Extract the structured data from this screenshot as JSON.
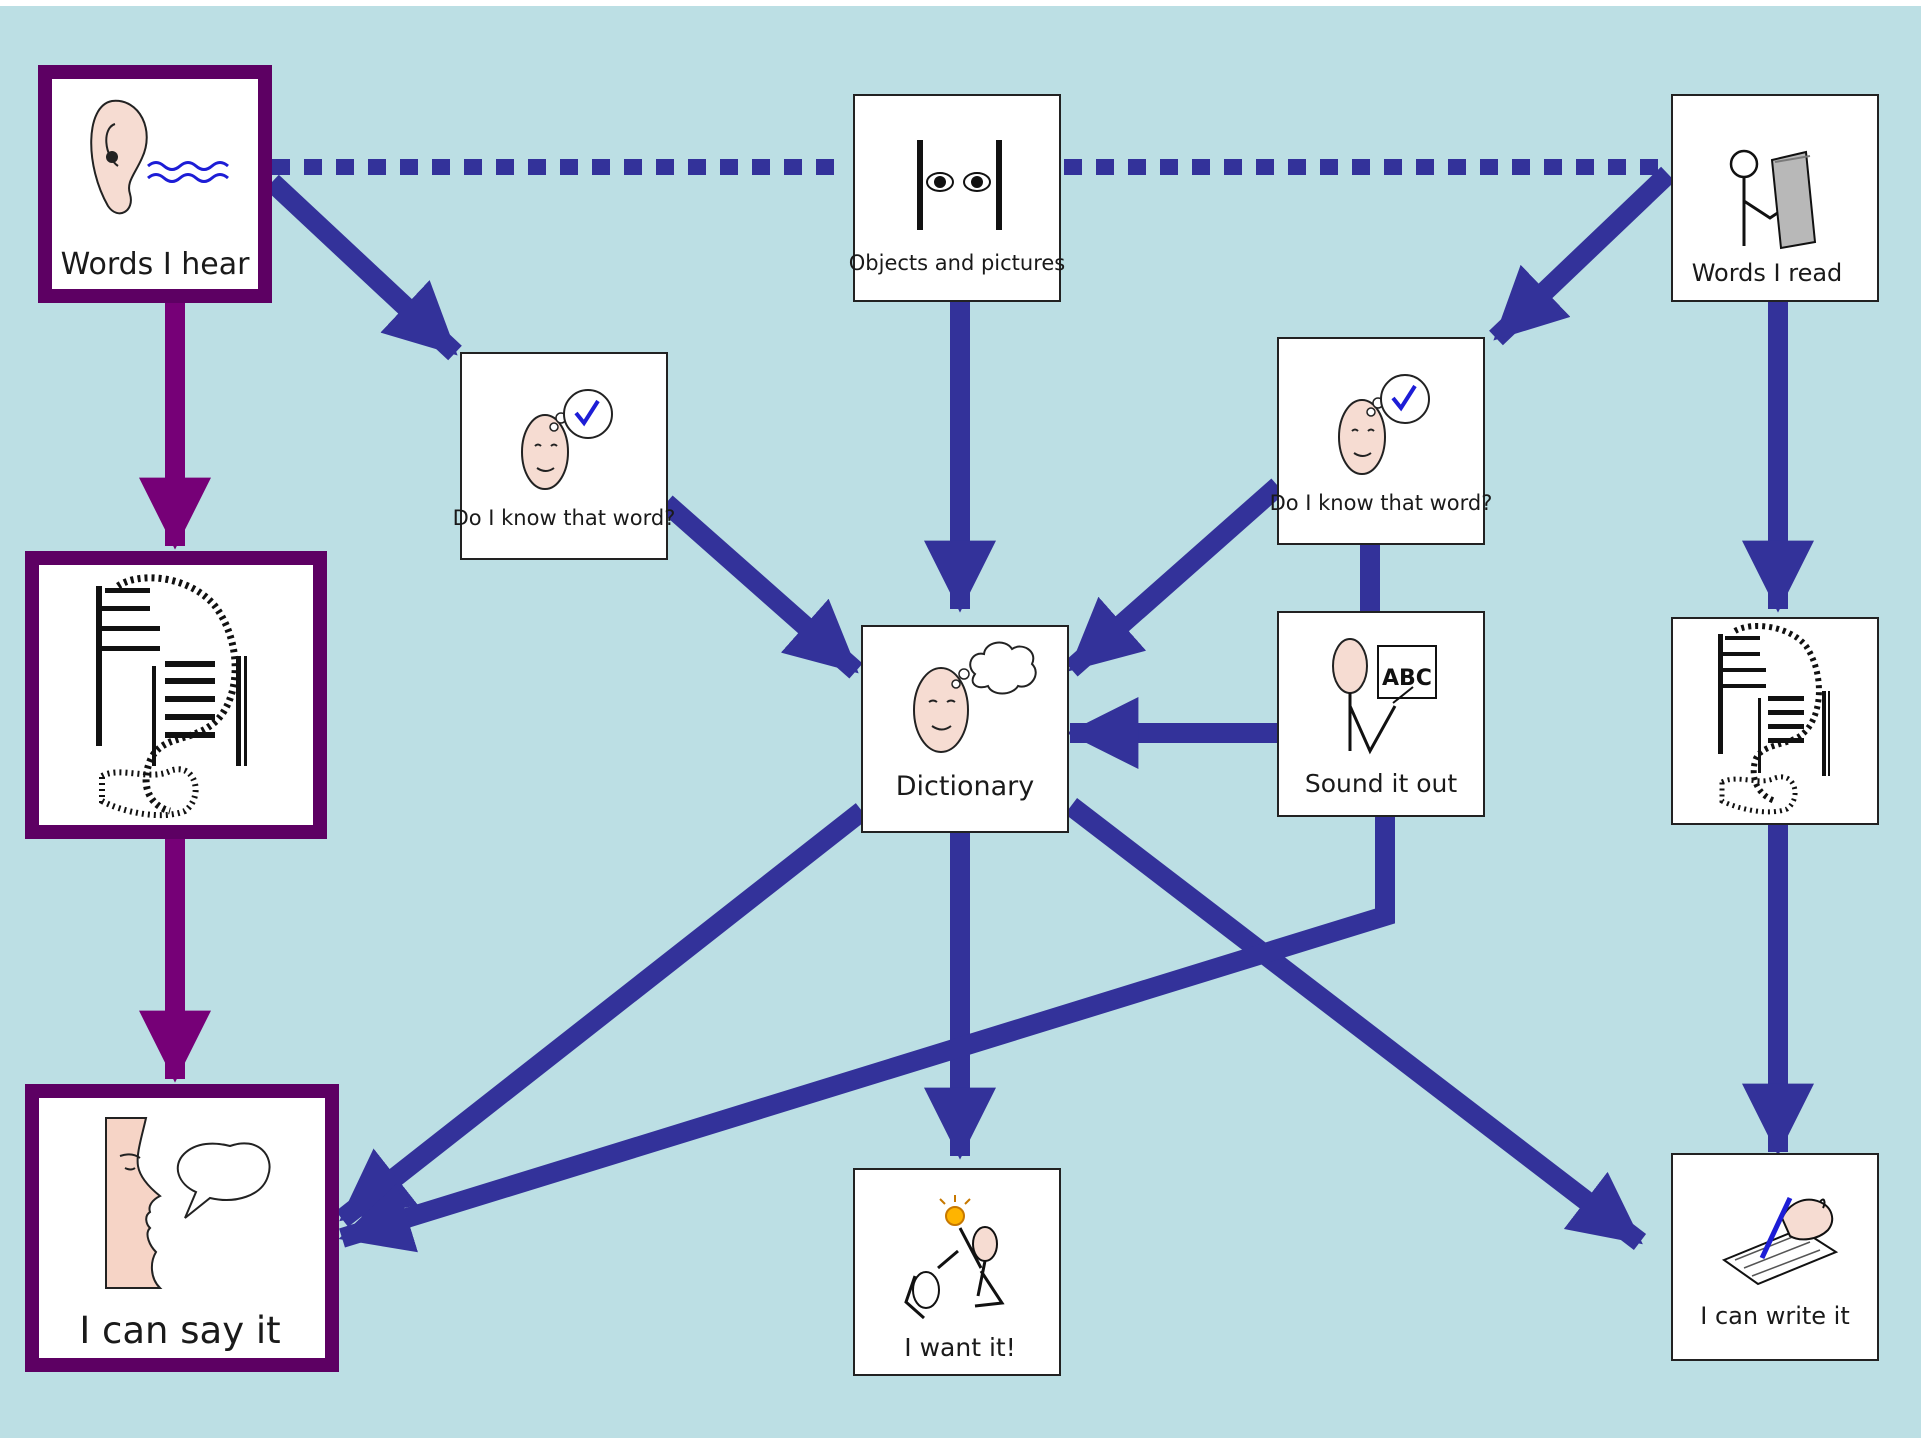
{
  "diagram": {
    "colors": {
      "background": "#bcdfe4",
      "arrow_blue": "#33329a",
      "arrow_purple": "#760077",
      "frame_purple": "#5d0063",
      "card_fill": "#ffffff"
    },
    "nodes": {
      "words_hear": {
        "label": "Words I hear",
        "icon": "ear-icon"
      },
      "objects": {
        "label": "Objects and pictures",
        "icon": "eyes-icon"
      },
      "words_read": {
        "label": "Words I read",
        "icon": "reading-person-icon"
      },
      "know_left": {
        "label": "Do I know that word?",
        "icon": "thinking-face-check-icon"
      },
      "know_right": {
        "label": "Do I know that word?",
        "icon": "thinking-face-check-icon"
      },
      "speech_left": {
        "label": "",
        "icon": "speech-pattern-icon"
      },
      "dictionary": {
        "label": "Dictionary",
        "icon": "thinking-face-icon"
      },
      "sound_out": {
        "label": "Sound it out",
        "icon": "abc-board-icon"
      },
      "speech_right": {
        "label": "",
        "icon": "speech-pattern-icon"
      },
      "say": {
        "label": "I can say it",
        "icon": "speaking-face-icon"
      },
      "want": {
        "label": "I want it!",
        "icon": "want-figures-icon"
      },
      "write": {
        "label": "I can write it",
        "icon": "writing-hand-icon"
      }
    }
  }
}
